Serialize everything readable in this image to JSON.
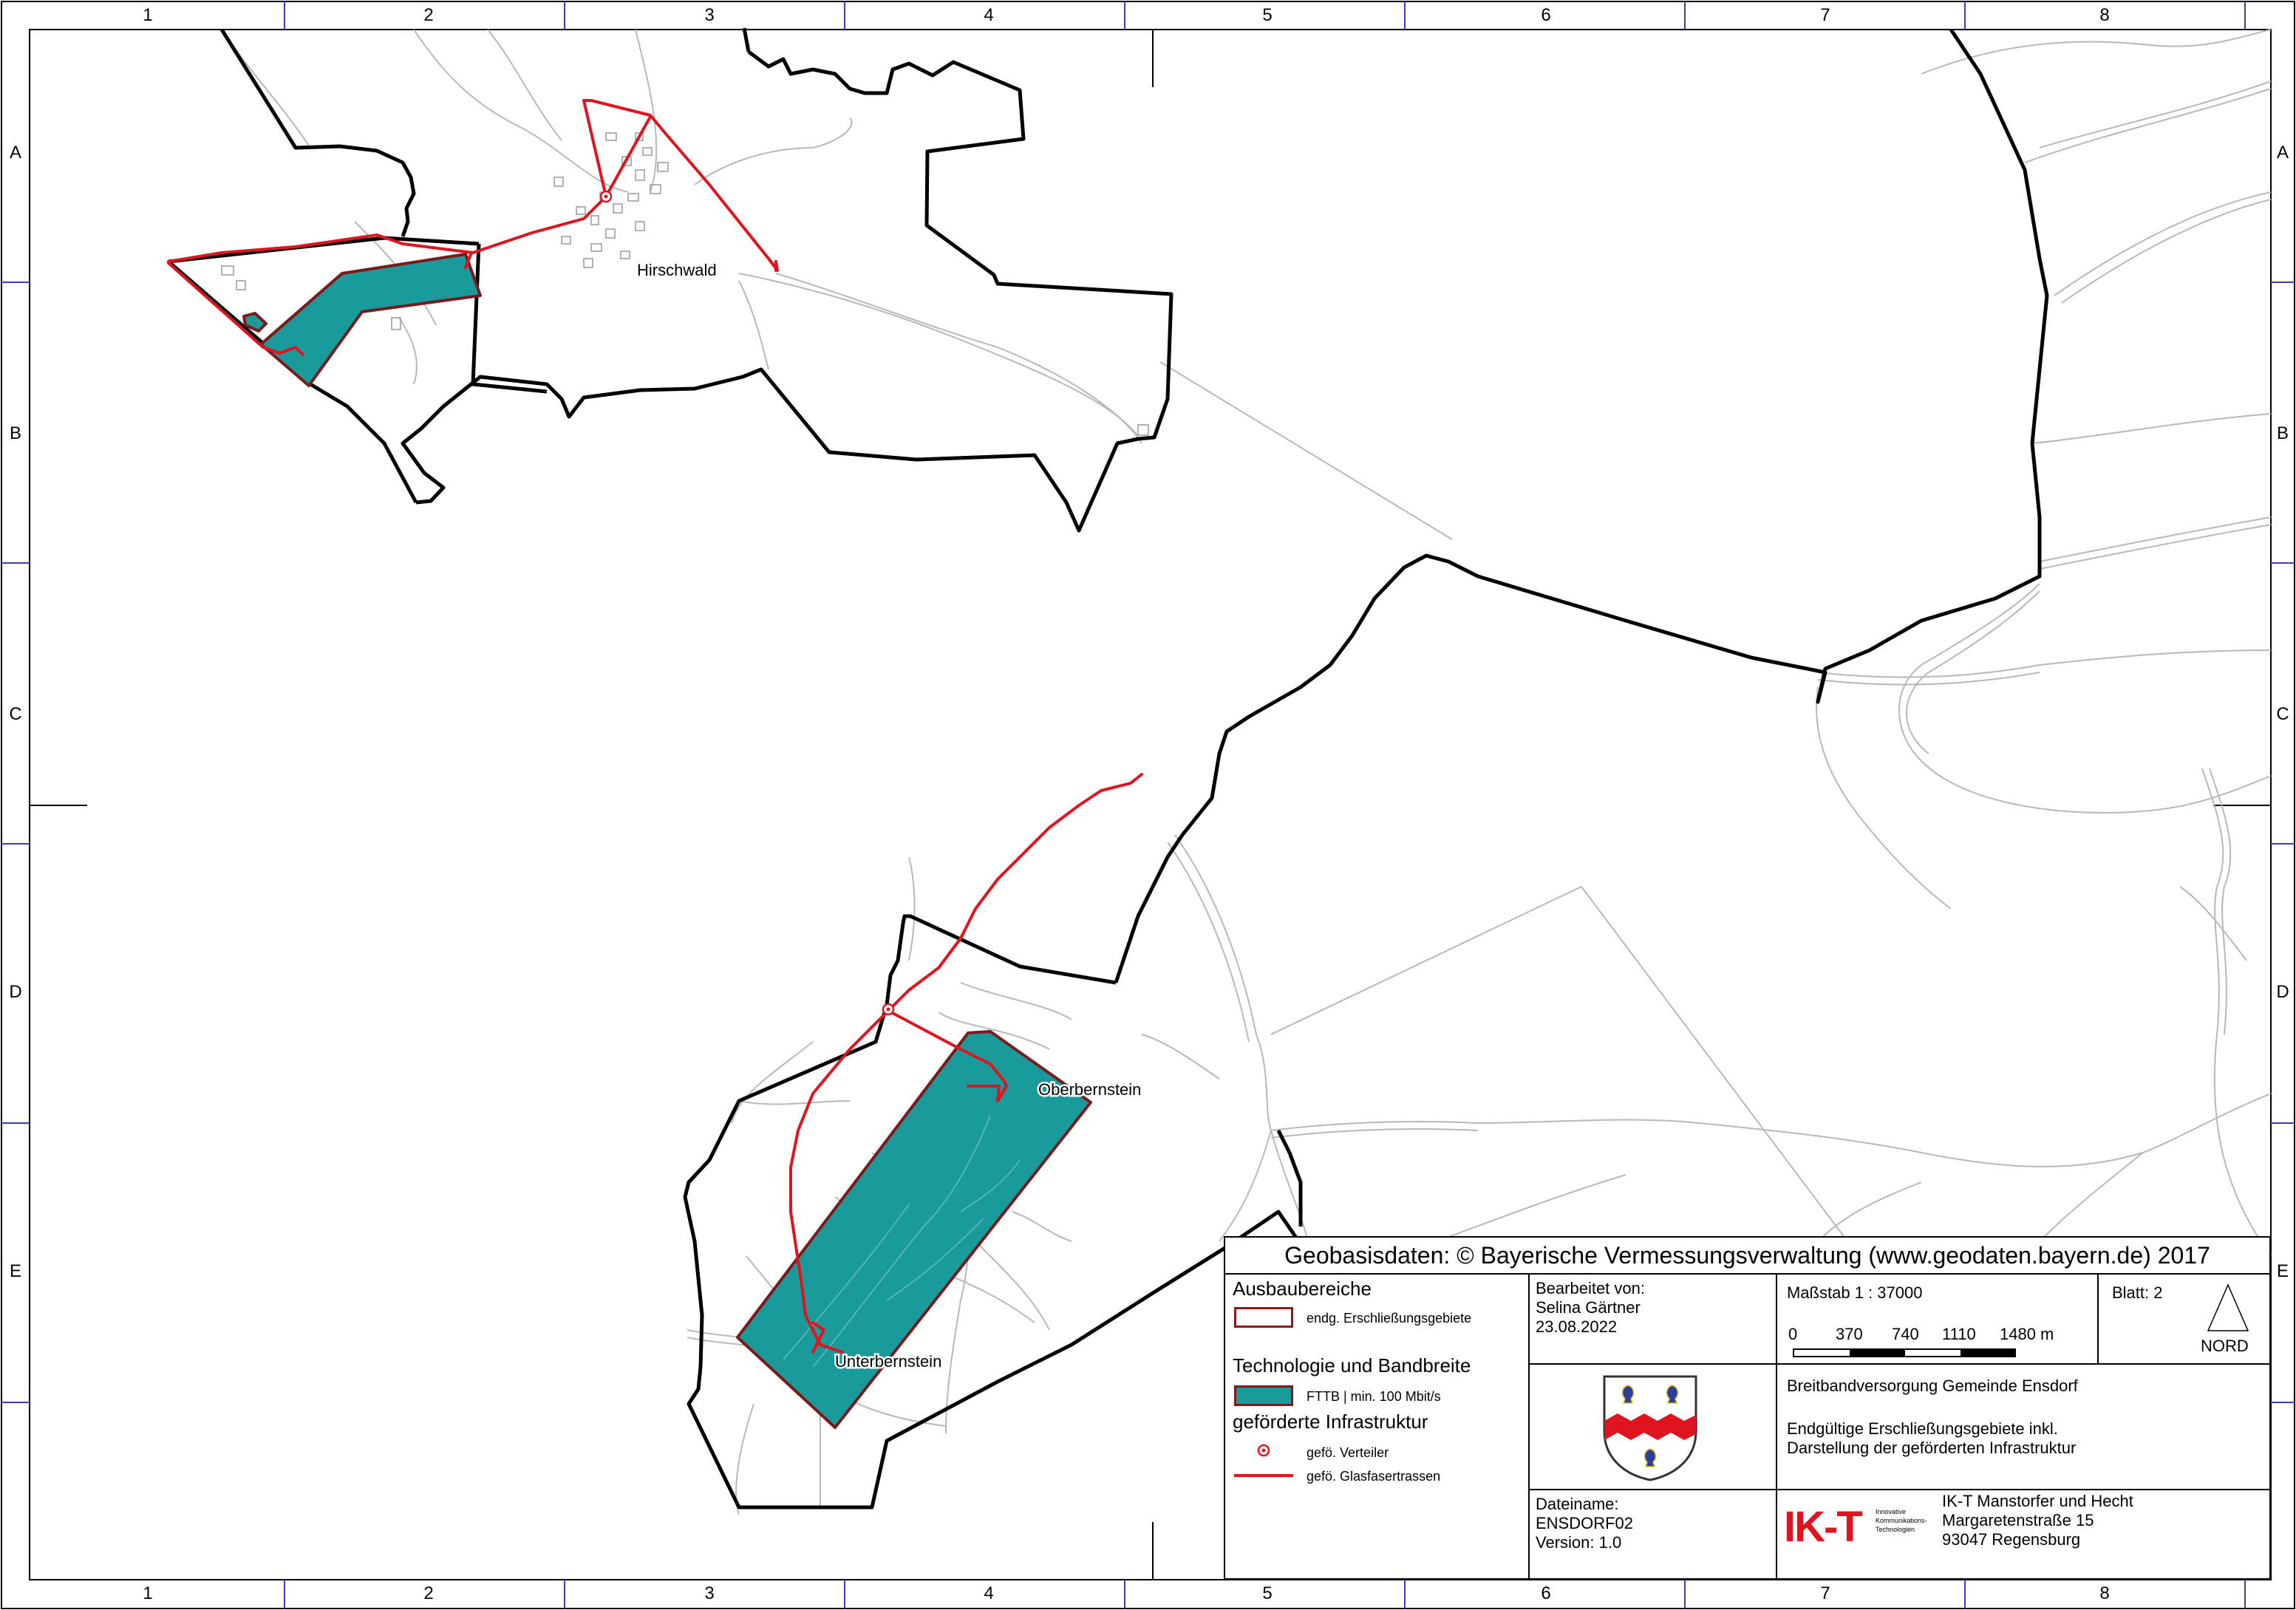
{
  "frame": {
    "columns": [
      "1",
      "2",
      "3",
      "4",
      "5",
      "6",
      "7",
      "8"
    ],
    "rows": [
      "A",
      "B",
      "C",
      "D",
      "E"
    ]
  },
  "places": {
    "hirschwald": "Hirschwald",
    "oberbernstein": "Oberbernstein",
    "unterbernstein": "Unterbernstein"
  },
  "colors": {
    "area_fill": "#1a9a9a",
    "area_outline": "#8b1a1a",
    "fiber_route": "#e0141e",
    "boundary": "#000000",
    "roads": "#b8b8b8"
  },
  "title_block": {
    "header": "Geobasisdaten: © Bayerische Vermessungsverwaltung (www.geodaten.bayern.de) 2017",
    "legend": {
      "section1_title": "Ausbaubereiche",
      "item_area": "endg. Erschließungsgebiete",
      "section2_title": "Technologie und Bandbreite",
      "item_fttb": "FTTB | min. 100 Mbit/s",
      "section3_title": "geförderte Infrastruktur",
      "item_verteiler": "gefö. Verteiler",
      "item_trassen": "gefö. Glasfasertrassen"
    },
    "editor": {
      "label": "Bearbeitet von:",
      "name": "Selina Gärtner",
      "date": "23.08.2022"
    },
    "scale": {
      "label": "Maßstab 1 : 37000",
      "ticks": [
        "0",
        "370",
        "740",
        "1110",
        "1480 m"
      ]
    },
    "sheet": "Blatt: 2",
    "north": "NORD",
    "project": {
      "line1": "Breitbandversorgung Gemeinde Ensdorf",
      "line2": "Endgültige Erschließungsgebiete inkl.",
      "line3": "Darstellung der geförderten Infrastruktur"
    },
    "file": {
      "label": "Dateiname:",
      "name": "ENSDORF02",
      "version": "Version: 1.0"
    },
    "company": {
      "logo": "IK-T",
      "logo_sub1": "Innovative",
      "logo_sub2": "Kommunikations-",
      "logo_sub3": "Technologien",
      "name": "IK-T Manstorfer und Hecht",
      "street": "Margaretenstraße 15",
      "city": "93047 Regensburg"
    }
  }
}
